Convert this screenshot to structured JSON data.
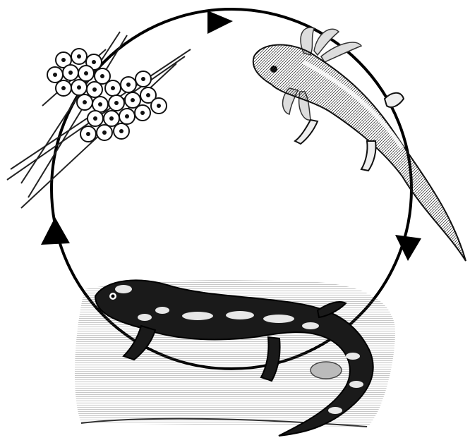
{
  "diagram": {
    "kind": "life-cycle",
    "stages": [
      {
        "id": "eggs",
        "icon": "egg-cluster-illustration"
      },
      {
        "id": "larva",
        "icon": "gilled-larva-illustration"
      },
      {
        "id": "adult",
        "icon": "adult-salamander-illustration"
      }
    ],
    "arrow_direction": "clockwise",
    "colors": {
      "line": "#000000",
      "background": "#ffffff",
      "ink": "#111111"
    }
  }
}
